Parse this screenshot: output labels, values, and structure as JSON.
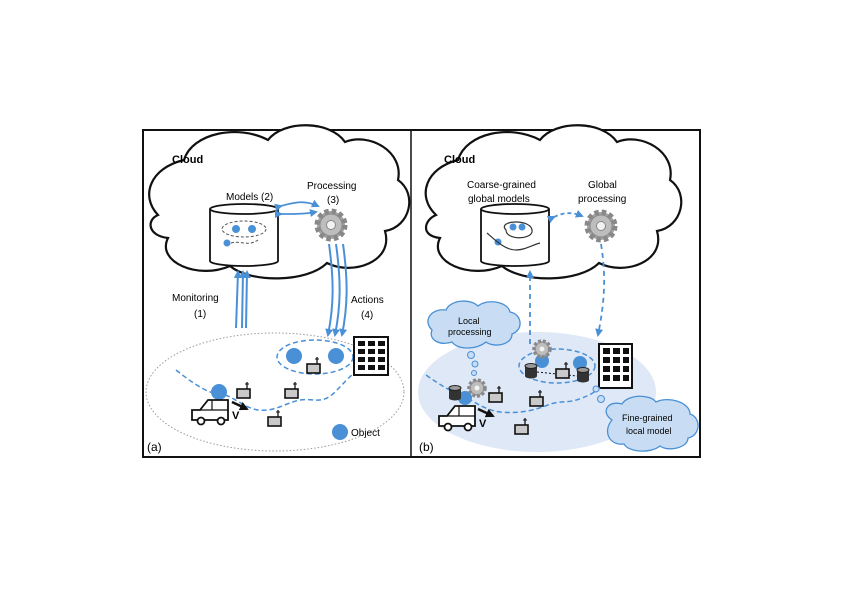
{
  "colors": {
    "accent_blue": "#4a90d6",
    "light_blue_fill": "#dfe8f6",
    "cloud_blue": "#c8ddf3",
    "gear_gray": "#9a9a9a",
    "dark": "#1a1a1a"
  },
  "icons": [
    "cloud-icon",
    "database-icon",
    "gear-icon",
    "building-icon",
    "vehicle-icon",
    "sensor-icon",
    "object-dot-icon"
  ],
  "panel_a": {
    "label": "(a)",
    "cloud_title": "Cloud",
    "models_label": "Models (2)",
    "processing_label_1": "Processing",
    "processing_label_2": "(3)",
    "monitoring_label_1": "Monitoring",
    "monitoring_label_2": "(1)",
    "actions_label_1": "Actions",
    "actions_label_2": "(4)",
    "velocity_label": "V",
    "object_legend": "Object"
  },
  "panel_b": {
    "label": "(b)",
    "cloud_title": "Cloud",
    "coarse_label_1": "Coarse-grained",
    "coarse_label_2": "global models",
    "global_label_1": "Global",
    "global_label_2": "processing",
    "local_label_1": "Local",
    "local_label_2": "processing",
    "fine_label_1": "Fine-grained",
    "fine_label_2": "local model",
    "velocity_label": "V"
  }
}
